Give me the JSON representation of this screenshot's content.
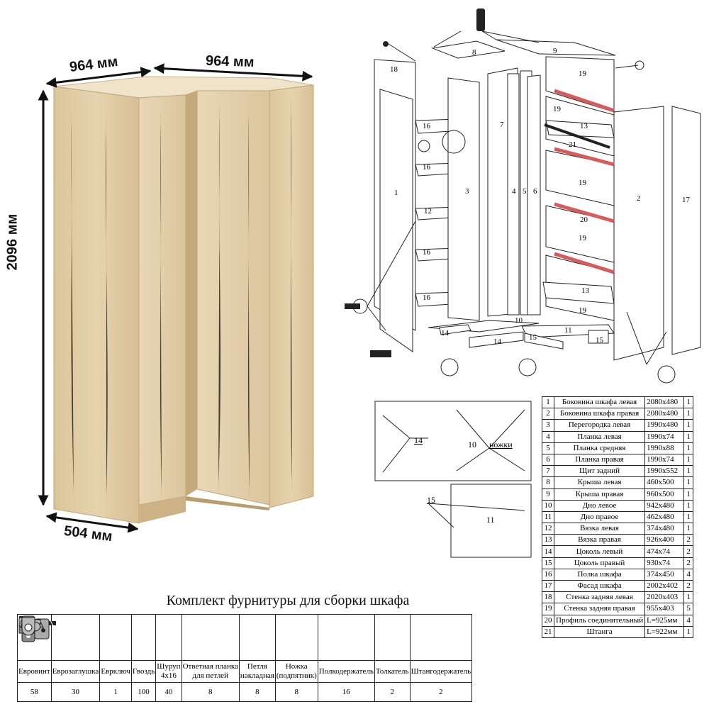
{
  "dimensions": {
    "width_left": "964 мм",
    "width_right": "964 мм",
    "height": "2096 мм",
    "depth": "504 мм"
  },
  "exploded_labels": [
    "18",
    "8",
    "9",
    "19",
    "1",
    "16",
    "3",
    "7",
    "4",
    "5",
    "6",
    "13",
    "21",
    "19",
    "16",
    "12",
    "16",
    "16",
    "2",
    "17",
    "19",
    "20",
    "19",
    "13",
    "19",
    "14",
    "14",
    "10",
    "11",
    "15",
    "15"
  ],
  "floor_labels": {
    "part14": "14",
    "part10": "10",
    "legs": "ножки",
    "part15": "15",
    "part11": "11"
  },
  "parts_table": [
    {
      "n": "1",
      "name": "Боковина шкафа левая",
      "size": "2080х480",
      "qty": "1"
    },
    {
      "n": "2",
      "name": "Боковина шкафа правая",
      "size": "2080х480",
      "qty": "1"
    },
    {
      "n": "3",
      "name": "Перегородка левая",
      "size": "1990х480",
      "qty": "1"
    },
    {
      "n": "4",
      "name": "Планка левая",
      "size": "1990х74",
      "qty": "1"
    },
    {
      "n": "5",
      "name": "Планка средняя",
      "size": "1990х88",
      "qty": "1"
    },
    {
      "n": "6",
      "name": "Планка правая",
      "size": "1990х74",
      "qty": "1"
    },
    {
      "n": "7",
      "name": "Щит задний",
      "size": "1990х552",
      "qty": "1"
    },
    {
      "n": "8",
      "name": "Крыша левая",
      "size": "460х500",
      "qty": "1"
    },
    {
      "n": "9",
      "name": "Крыша правая",
      "size": "960х500",
      "qty": "1"
    },
    {
      "n": "10",
      "name": "Дно левое",
      "size": "942х480",
      "qty": "1"
    },
    {
      "n": "11",
      "name": "Дно правое",
      "size": "462х480",
      "qty": "1"
    },
    {
      "n": "12",
      "name": "Вязка левая",
      "size": "374х480",
      "qty": "1"
    },
    {
      "n": "13",
      "name": "Вязка правая",
      "size": "926х400",
      "qty": "2"
    },
    {
      "n": "14",
      "name": "Цоколь левый",
      "size": "474х74",
      "qty": "2"
    },
    {
      "n": "15",
      "name": "Цоколь правый",
      "size": "930х74",
      "qty": "2"
    },
    {
      "n": "16",
      "name": "Полка шкафа",
      "size": "374х450",
      "qty": "4"
    },
    {
      "n": "17",
      "name": "Фасад шкафа",
      "size": "2002х402",
      "qty": "2"
    },
    {
      "n": "18",
      "name": "Стенка задняя левая",
      "size": "2020х403",
      "qty": "1"
    },
    {
      "n": "19",
      "name": "Стенка задняя правая",
      "size": "955х403",
      "qty": "5"
    },
    {
      "n": "20",
      "name": "Профиль соединительный",
      "size": "L=925мм",
      "qty": "4"
    },
    {
      "n": "21",
      "name": "Штанга",
      "size": "L=922мм",
      "qty": "1"
    }
  ],
  "hardware": {
    "title": "Комплект фурнитуры для сборки шкафа",
    "items": [
      {
        "icon": "screw-icon",
        "label1": "Евровинт",
        "label2": "",
        "count": "58"
      },
      {
        "icon": "cap-icon",
        "label1": "Еврозаглушка",
        "label2": "",
        "count": "30"
      },
      {
        "icon": "hex-key-icon",
        "label1": "Еврключ",
        "label2": "",
        "count": "1"
      },
      {
        "icon": "nail-icon",
        "label1": "Гвоздь",
        "label2": "",
        "count": "100"
      },
      {
        "icon": "wood-screw-icon",
        "label1": "Шуруп",
        "label2": "4х16",
        "count": "40"
      },
      {
        "icon": "mounting-plate-icon",
        "label1": "Ответная планка",
        "label2": "для петлей",
        "count": "8"
      },
      {
        "icon": "hinge-icon",
        "label1": "Петля",
        "label2": "накладная",
        "count": "8"
      },
      {
        "icon": "foot-icon",
        "label1": "Ножка",
        "label2": "(подпятник)",
        "count": "8"
      },
      {
        "icon": "shelf-pin-icon",
        "label1": "Полкодержатель",
        "label2": "",
        "count": "16"
      },
      {
        "icon": "push-latch-icon",
        "label1": "Толкатель",
        "label2": "",
        "count": "2"
      },
      {
        "icon": "rod-holder-icon",
        "label1": "Штангодержатель",
        "label2": "",
        "count": "2"
      }
    ]
  },
  "colors": {
    "wood_light": "#e3cfa8",
    "wood_dark": "#cdb285",
    "profile_red": "#e07070",
    "line": "#222222"
  }
}
